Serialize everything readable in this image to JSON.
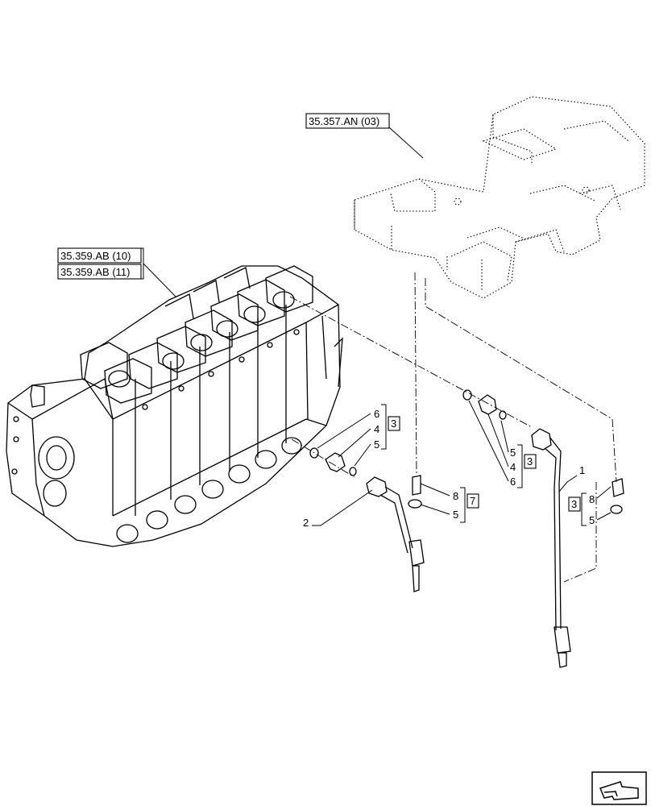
{
  "references": {
    "top_block": "35.357.AN (03)",
    "valve_ref_1": "35.359.AB (10)",
    "valve_ref_2": "35.359.AB (11)"
  },
  "callouts": {
    "pipe_right": "1",
    "pipe_left": "2",
    "group_a": {
      "box": "3",
      "items": [
        "6",
        "4",
        "5"
      ]
    },
    "group_b": {
      "box": "3",
      "items": [
        "5",
        "4",
        "6"
      ]
    },
    "group_c": {
      "box": "7",
      "items": [
        "8",
        "5"
      ]
    },
    "group_d": {
      "box": "3",
      "items": [
        "8",
        "5"
      ]
    }
  },
  "nav": {
    "icon": "next-page-arrow-icon"
  }
}
